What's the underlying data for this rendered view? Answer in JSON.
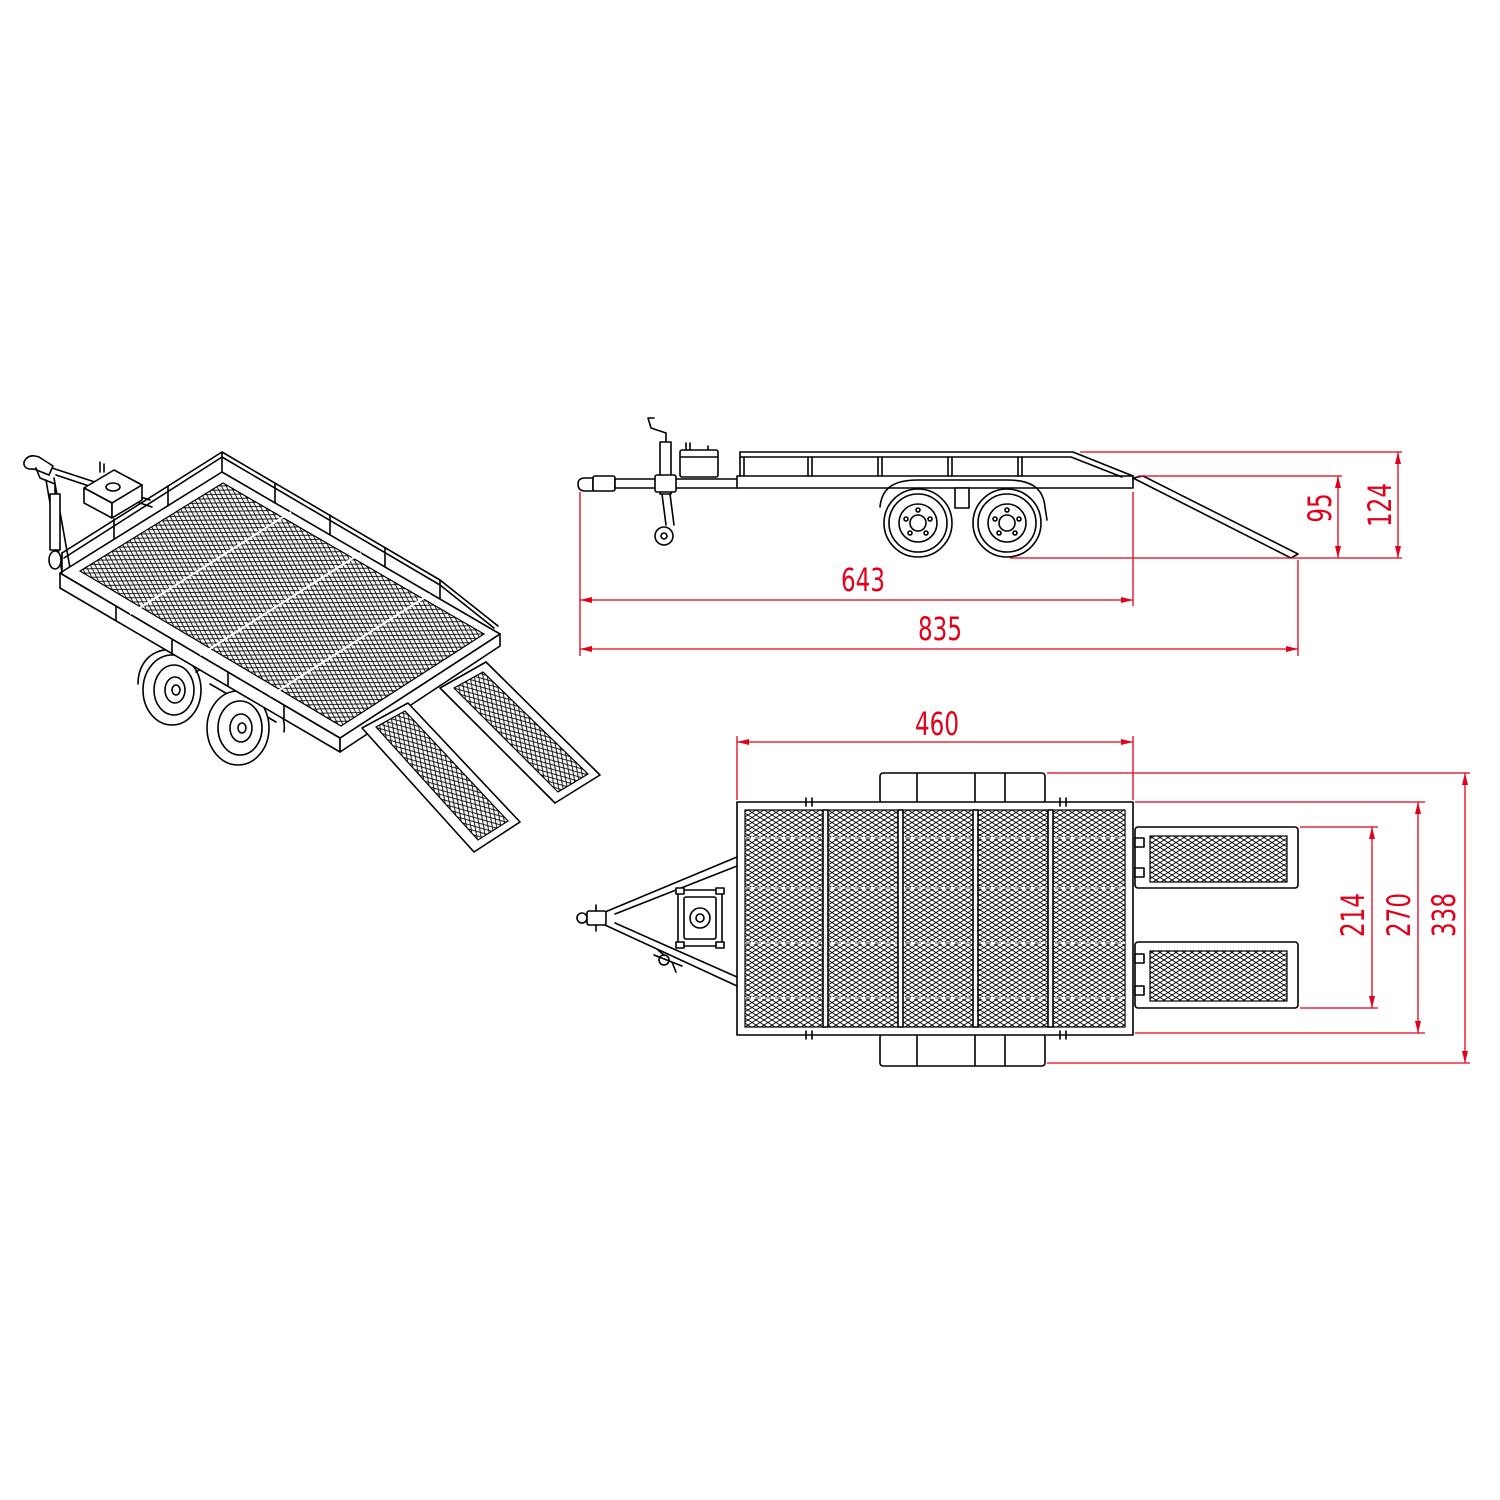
{
  "colors": {
    "dimension": "#e2001a",
    "drawing": "#000000",
    "background": "#ffffff"
  },
  "side_view": {
    "horizontal_dimensions": [
      "643",
      "835"
    ],
    "vertical_dimensions": [
      "95",
      "124"
    ]
  },
  "top_view": {
    "horizontal_dimensions": [
      "460"
    ],
    "vertical_dimensions": [
      "214",
      "270",
      "338"
    ]
  }
}
